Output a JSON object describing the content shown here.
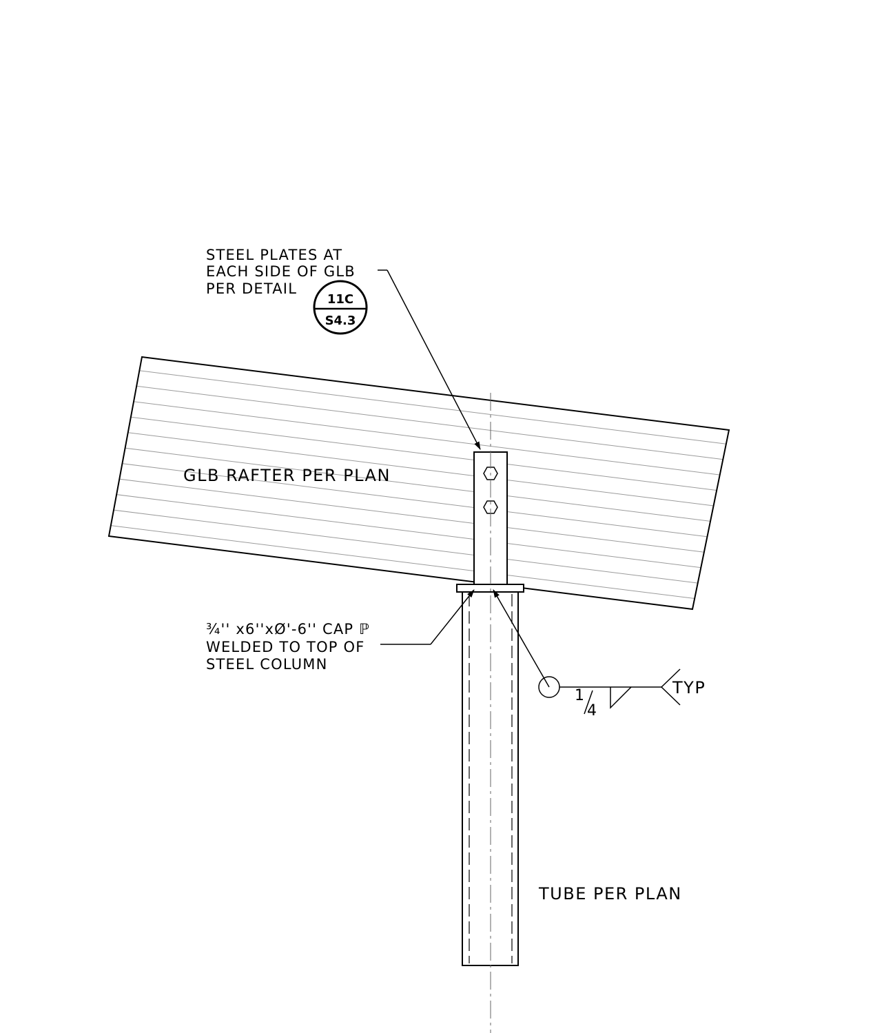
{
  "labels": {
    "steel_plates": [
      "STEEL PLATES AT",
      "EACH SIDE OF GLB",
      "PER DETAIL"
    ],
    "glb_rafter": "GLB RAFTER PER PLAN",
    "cap_plate": [
      "¾'' x6''xØ'-6'' CAP ℙ",
      "WELDED TO TOP OF",
      "STEEL COLUMN"
    ],
    "tube": "TUBE PER PLAN"
  },
  "detail_tag": {
    "detail": "11C",
    "sheet": "S4.3"
  },
  "weld_symbol": {
    "size_numerator": "1",
    "size_denominator": "4",
    "note": "TYP"
  }
}
